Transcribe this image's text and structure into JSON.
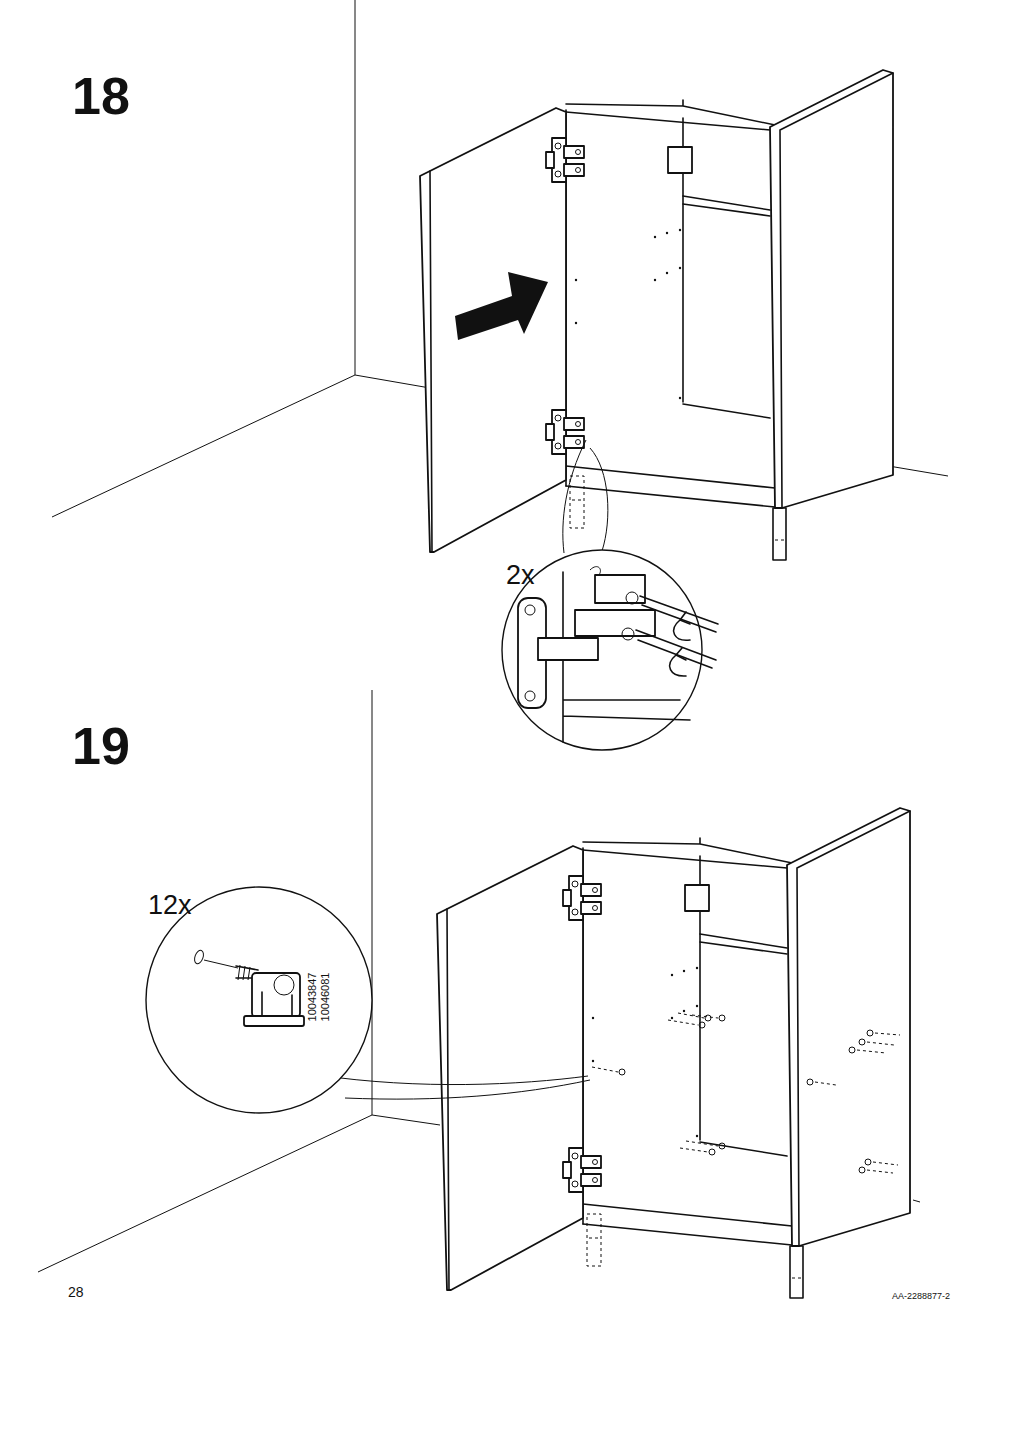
{
  "diagram": {
    "labels": [
      "18",
      "2x",
      "19",
      "12x",
      "10043847",
      "10046081",
      "28",
      "AA-2288877-2"
    ]
  }
}
